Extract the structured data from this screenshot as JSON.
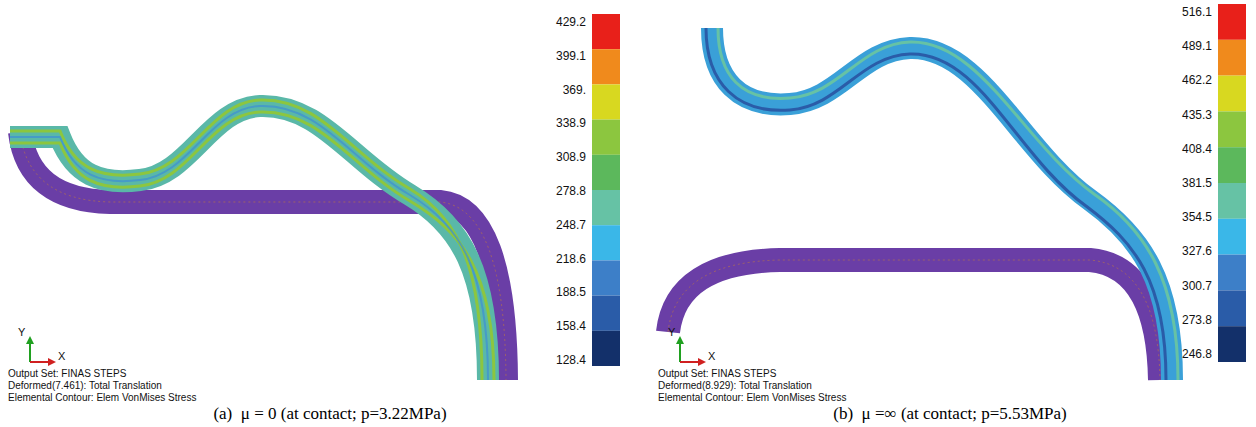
{
  "diagram": {
    "labels": [
      "429.2",
      "399.1",
      "369.",
      "338.9",
      "308.9",
      "278.8",
      "248.7",
      "218.6",
      "188.5",
      "158.4",
      "128.4",
      "Y",
      "X",
      "Output Set: FINAS STEPS",
      "Deformed(7.461): Total Translation",
      "Elemental Contour: Elem VonMises Stress",
      "(a)  μ = 0 (at contact; p=3.22MPa)",
      "516.1",
      "489.1",
      "462.2",
      "435.3",
      "408.4",
      "381.5",
      "354.5",
      "327.6",
      "300.7",
      "273.8",
      "246.8",
      "Y",
      "X",
      "Output Set: FINAS STEPS",
      "Deformed(8.929): Total Translation",
      "Elemental Contour: Elem VonMises Stress",
      "(b)  μ =∞ (at contact; p=5.53MPa)"
    ]
  }
}
